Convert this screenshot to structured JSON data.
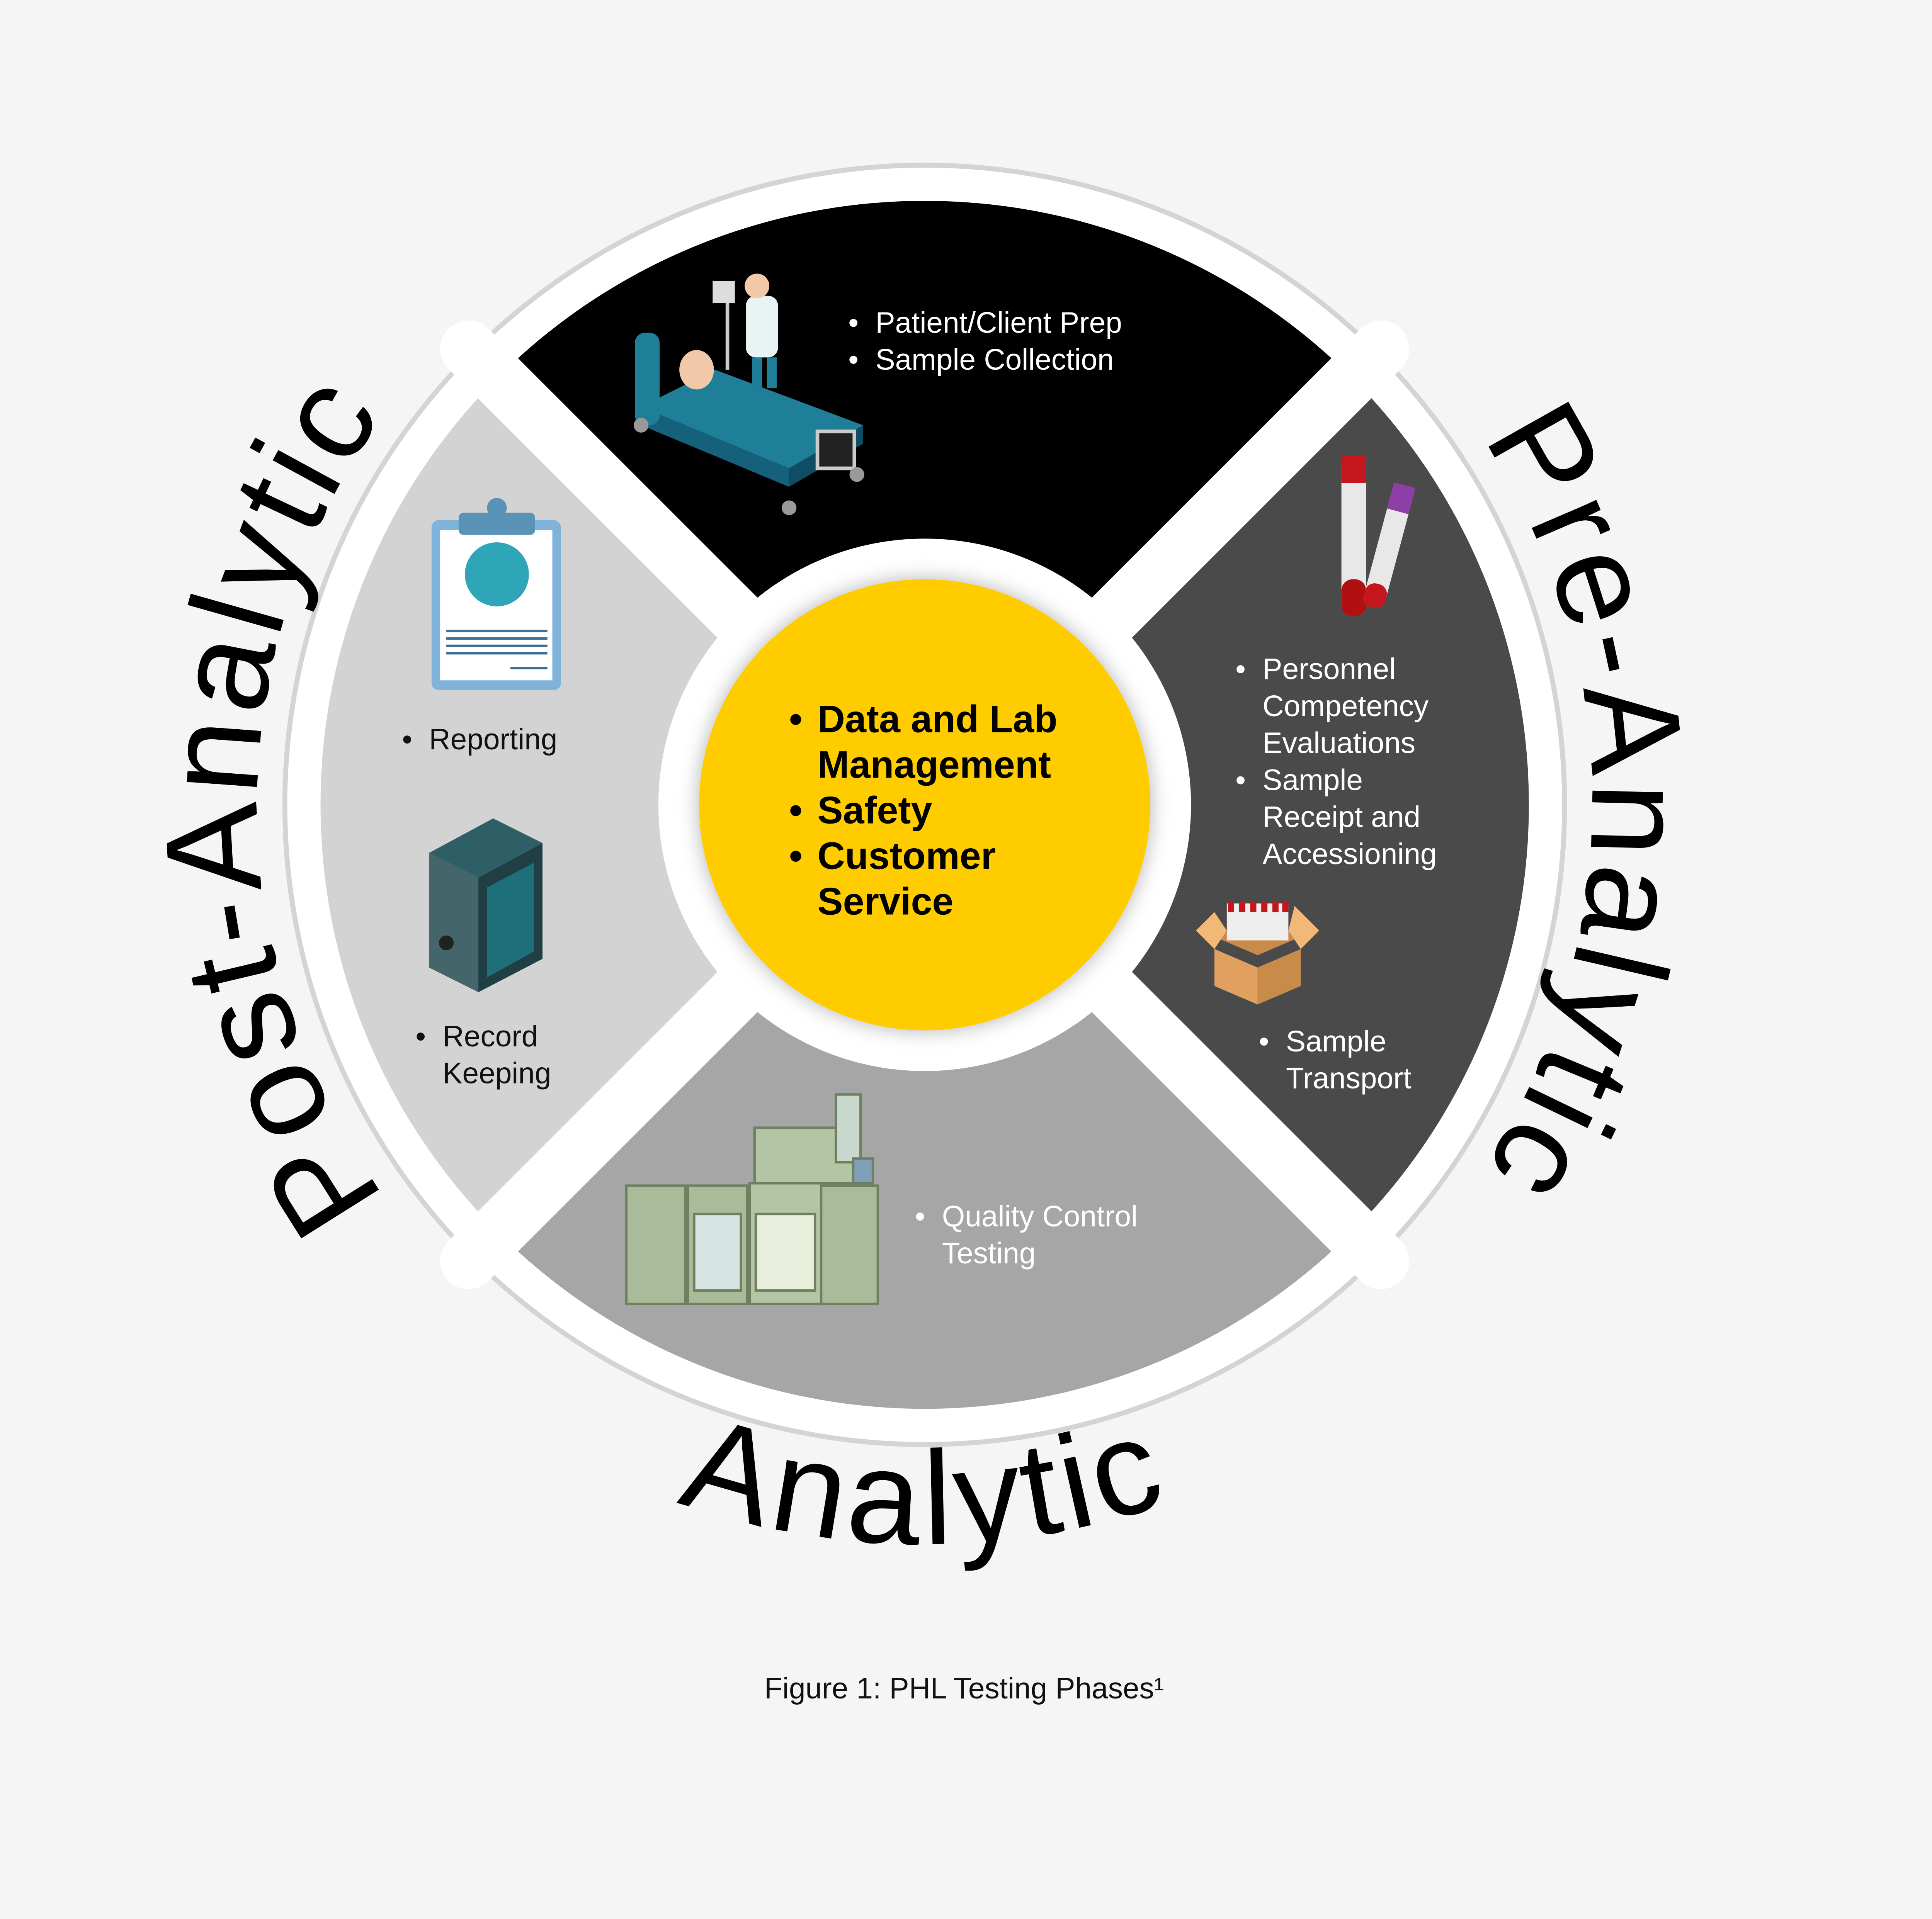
{
  "colors": {
    "background": "#f5f5f5",
    "pre_analytic_top": "#000000",
    "pre_analytic_right": "#4a4a4a",
    "analytic": "#a6a6a6",
    "post_analytic": "#d3d3d3",
    "center": "#ffcc00"
  },
  "phases": {
    "pre_analytic": "Pre-Analytic",
    "analytic": "Analytic",
    "post_analytic": "Post-Analytic"
  },
  "segments": {
    "top": {
      "items": [
        "Patient/Client Prep",
        "Sample Collection"
      ]
    },
    "right": {
      "items": [
        "Personnel",
        "Competency",
        "Evaluations",
        "Sample",
        "Receipt and",
        "Accessioning"
      ],
      "transport": [
        "Sample",
        "Transport"
      ]
    },
    "bottom": {
      "items": [
        "Quality Control",
        "Testing"
      ]
    },
    "left": {
      "reporting": "Reporting",
      "record": [
        "Record",
        "Keeping"
      ]
    }
  },
  "center": {
    "lines": [
      "Data and Lab",
      "Management",
      "Safety",
      "Customer",
      "Service"
    ]
  },
  "caption": "Figure 1: PHL Testing Phases¹",
  "icons": [
    "hospital-bed-icon",
    "test-tubes-icon",
    "sample-box-icon",
    "lab-analyzer-icon",
    "clipboard-report-icon",
    "server-icon"
  ]
}
